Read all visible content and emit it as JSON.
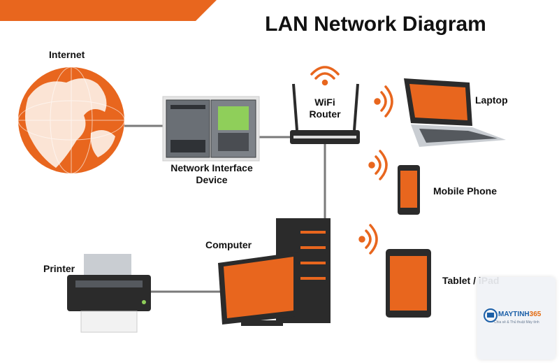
{
  "title": "LAN Network Diagram",
  "nodes": {
    "internet": "Internet",
    "nid_line1": "Network Interface",
    "nid_line2": "Device",
    "router_line1": "WiFi",
    "router_line2": "Router",
    "laptop": "Laptop",
    "mobile": "Mobile Phone",
    "tablet": "Tablet / iPad",
    "computer": "Computer",
    "printer": "Printer"
  },
  "watermark": {
    "brand_a": "MAYTINH",
    "brand_b": "365",
    "tagline": "Chia sẻ & Thủ thuật Máy tính"
  },
  "colors": {
    "accent": "#e8661e",
    "device_dark": "#2b2b2b",
    "cable": "#7a7a7a"
  }
}
